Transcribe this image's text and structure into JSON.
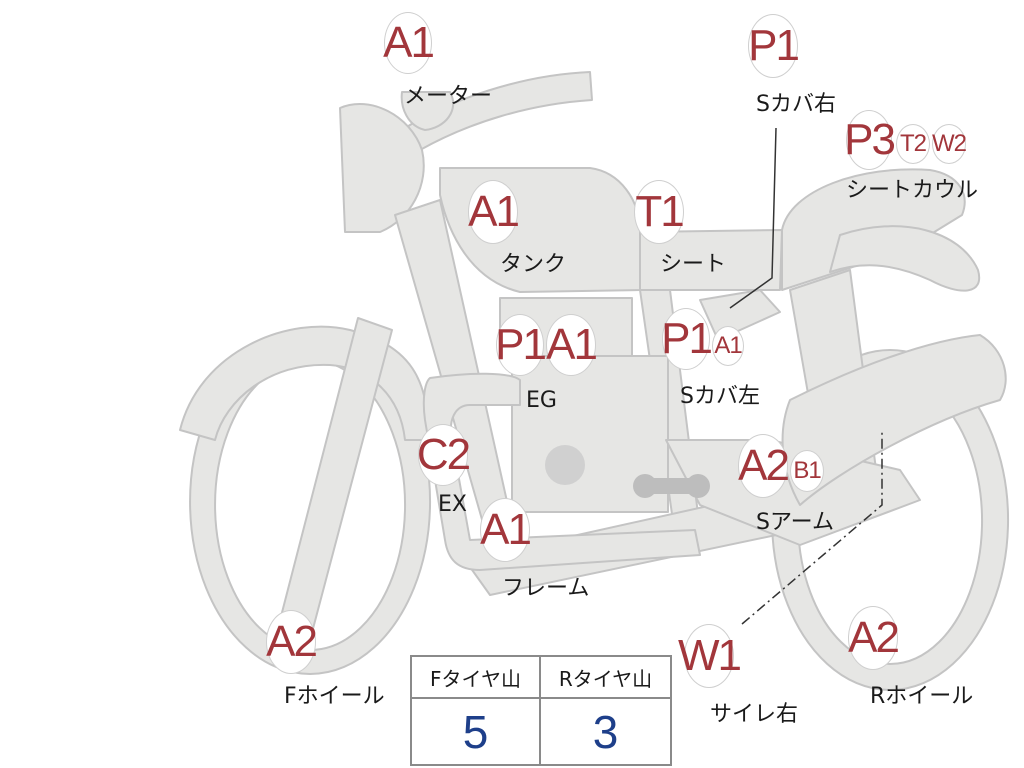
{
  "parts": {
    "meter": {
      "grade": "A1",
      "label": "メーター"
    },
    "side_cover_right": {
      "grade": "P1",
      "label": "Sカバ右"
    },
    "seat_cowl": {
      "grades": [
        "P3",
        "T2",
        "W2"
      ],
      "label": "シートカウル"
    },
    "tank": {
      "grade": "A1",
      "label": "タンク"
    },
    "seat": {
      "grade": "T1",
      "label": "シート"
    },
    "engine": {
      "grades": [
        "P1",
        "A1"
      ],
      "label": "EG"
    },
    "side_cover_left": {
      "grades": [
        "P1",
        "A1"
      ],
      "label": "Sカバ左"
    },
    "exhaust": {
      "grade": "C2",
      "label": "EX"
    },
    "swing_arm": {
      "grades": [
        "A2",
        "B1"
      ],
      "label": "Sアーム"
    },
    "frame": {
      "grade": "A1",
      "label": "フレーム"
    },
    "front_wheel": {
      "grade": "A2",
      "label": "Fホイール"
    },
    "rear_wheel": {
      "grade": "A2",
      "label": "Rホイール"
    },
    "silencer_right": {
      "grade": "W1",
      "label": "サイレ右"
    }
  },
  "tread_table": {
    "front_header": "Fタイヤ山",
    "rear_header": "Rタイヤ山",
    "front_value": "5",
    "rear_value": "3"
  },
  "colors": {
    "part_fill": "#e6e6e4",
    "part_outline": "#c4c4c4",
    "grade_text": "#a2363b",
    "tread_value": "#1e3f8a"
  }
}
